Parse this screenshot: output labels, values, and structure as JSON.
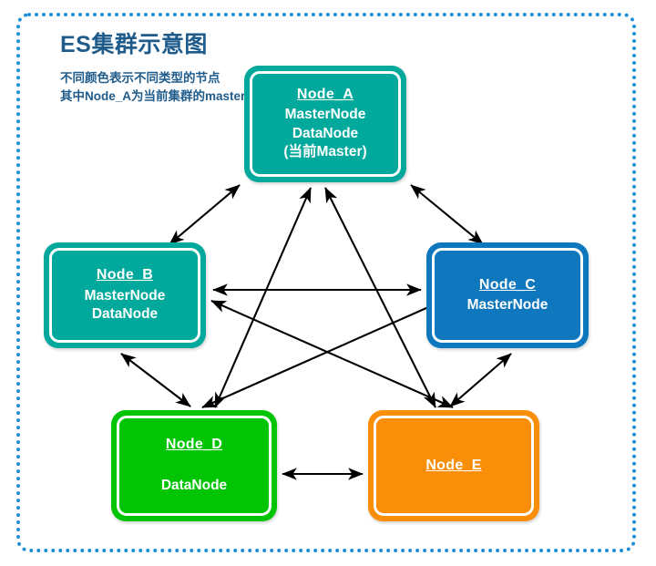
{
  "diagram": {
    "title": "ES集群示意图",
    "legend": [
      "不同颜色表示不同类型的节点",
      "其中Node_A为当前集群的master"
    ],
    "frame_color": "#1B8FD6",
    "title_color": "#1F5C8B",
    "arrow_color": "#000000",
    "nodes": [
      {
        "id": "node-a",
        "title": "Node_A",
        "lines": [
          "MasterNode",
          "DataNode",
          "(当前Master)"
        ],
        "color": "#01A99C",
        "role": "master"
      },
      {
        "id": "node-b",
        "title": "Node_B",
        "lines": [
          "MasterNode",
          "DataNode"
        ],
        "color": "#01A99C",
        "role": "master-data"
      },
      {
        "id": "node-c",
        "title": "Node_C",
        "lines": [
          "MasterNode"
        ],
        "color": "#0F77BD",
        "role": "master"
      },
      {
        "id": "node-d",
        "title": "Node_D",
        "lines": [
          "DataNode"
        ],
        "color": "#00C404",
        "role": "data"
      },
      {
        "id": "node-e",
        "title": "Node_E",
        "lines": [],
        "color": "#F98E08",
        "role": "client"
      }
    ],
    "connections": [
      {
        "from": "Node_A",
        "to": "Node_B",
        "style": "double-arrow"
      },
      {
        "from": "Node_A",
        "to": "Node_C",
        "style": "double-arrow"
      },
      {
        "from": "Node_A",
        "to": "Node_D",
        "style": "double-arrow"
      },
      {
        "from": "Node_A",
        "to": "Node_E",
        "style": "double-arrow"
      },
      {
        "from": "Node_B",
        "to": "Node_C",
        "style": "double-arrow"
      },
      {
        "from": "Node_B",
        "to": "Node_D",
        "style": "double-arrow"
      },
      {
        "from": "Node_B",
        "to": "Node_E",
        "style": "double-arrow"
      },
      {
        "from": "Node_C",
        "to": "Node_D",
        "style": "double-arrow"
      },
      {
        "from": "Node_C",
        "to": "Node_E",
        "style": "double-arrow"
      },
      {
        "from": "Node_D",
        "to": "Node_E",
        "style": "double-arrow"
      }
    ]
  }
}
